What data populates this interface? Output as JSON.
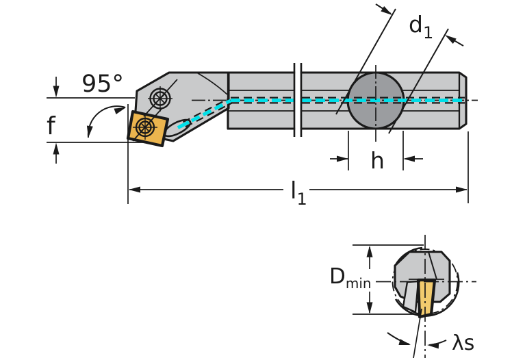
{
  "labels": {
    "angle": "95°",
    "f": "f",
    "d1_base": "d",
    "d1_sub": "1",
    "h": "h",
    "l1_base": "l",
    "l1_sub": "1",
    "dmin_base": "D",
    "dmin_sub": "min",
    "lambda_s": "λs"
  },
  "colors": {
    "background": "#FFFFFF",
    "body_gray": "#C9CACB",
    "clamp_circle_gray": "#9B9DA0",
    "insert_gold": "#ECB54E",
    "insert_gold_light": "#F2CB6E",
    "coolant_cyan": "#00DFE8",
    "line_black": "#1A1A1A"
  }
}
